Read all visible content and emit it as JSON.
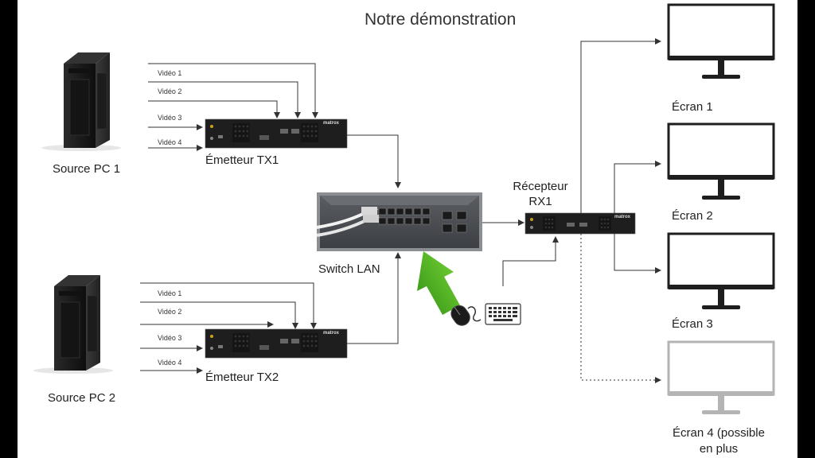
{
  "title": "Notre démonstration",
  "sources": [
    {
      "label": "Source PC 1",
      "transmitter": "Émetteur TX1",
      "inputs": [
        "Vidéo 1",
        "Vidéo 2",
        "Vidéo 3",
        "Vidéo 4"
      ]
    },
    {
      "label": "Source PC 2",
      "transmitter": "Émetteur TX2",
      "inputs": [
        "Vidéo 1",
        "Vidéo 2",
        "Vidéo 3",
        "Vidéo 4"
      ]
    }
  ],
  "switch": {
    "label": "Switch LAN"
  },
  "receiver": {
    "label_line1": "Récepteur",
    "label_line2": "RX1"
  },
  "screens": [
    {
      "label": "Écran 1"
    },
    {
      "label": "Écran 2"
    },
    {
      "label": "Écran 3"
    },
    {
      "label_line1": "Écran 4 (possible",
      "label_line2": "en plus"
    }
  ],
  "device_brand": "matrox",
  "colors": {
    "accent_arrow": "#57c31e",
    "device": "#1e1e1e",
    "optional_screen": "#b4b4b4"
  }
}
